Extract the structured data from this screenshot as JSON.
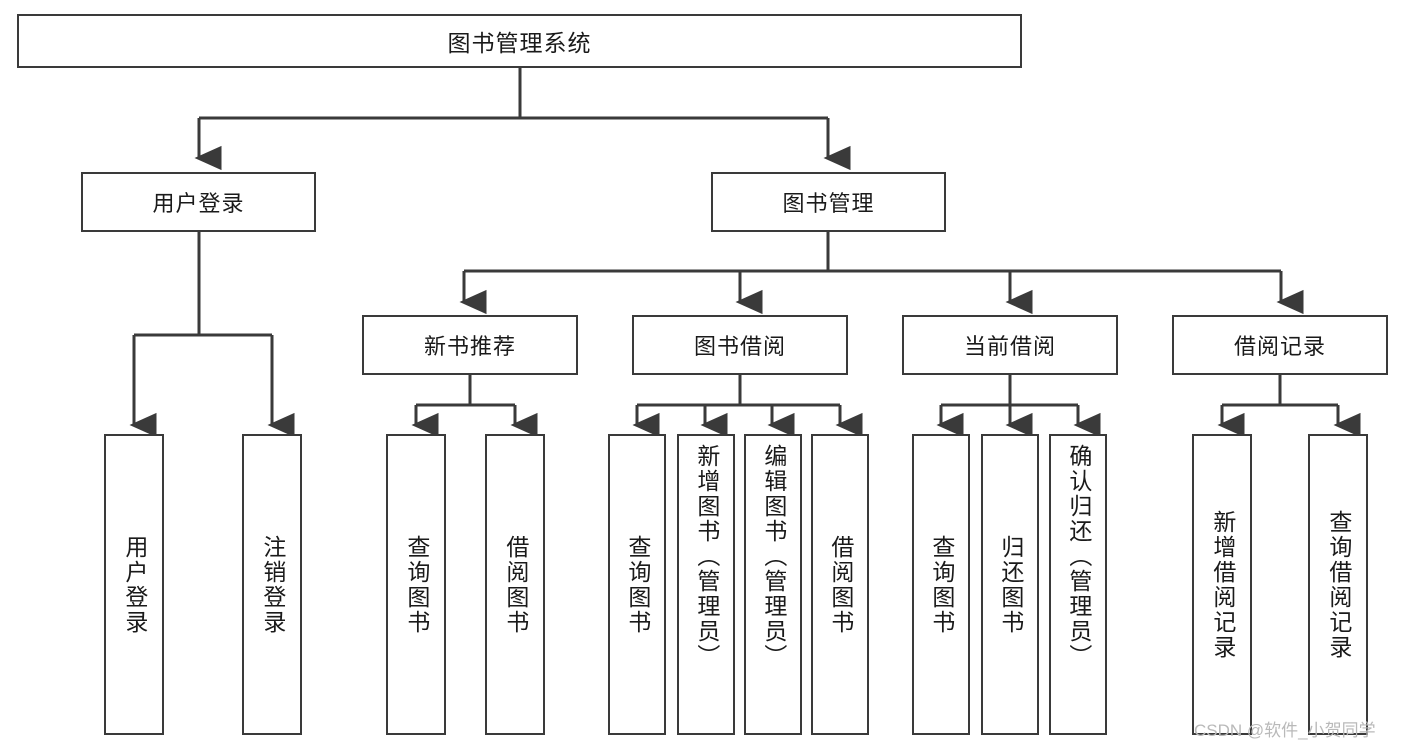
{
  "diagram": {
    "title": "图书管理系统",
    "type": "hierarchy-tree",
    "orientation": "top-down",
    "box_border_color": "#3a3a3a",
    "box_fill_color": "#ffffff",
    "edge_color": "#3a3a3a",
    "background_color": "#ffffff",
    "levels": 4
  },
  "root": {
    "label": "图书管理系统"
  },
  "level2": [
    {
      "label": "用户登录"
    },
    {
      "label": "图书管理"
    }
  ],
  "level3": [
    {
      "label": "新书推荐"
    },
    {
      "label": "图书借阅"
    },
    {
      "label": "当前借阅"
    },
    {
      "label": "借阅记录"
    }
  ],
  "leaves": {
    "user_login": [
      {
        "label": "用户登录"
      },
      {
        "label": "注销登录"
      }
    ],
    "new_book_recommend": [
      {
        "label": "查询图书"
      },
      {
        "label": "借阅图书"
      }
    ],
    "book_borrow": [
      {
        "label": "查询图书"
      },
      {
        "label": "新增图书（管理员）"
      },
      {
        "label": "编辑图书（管理员）"
      },
      {
        "label": "借阅图书"
      }
    ],
    "current_borrow": [
      {
        "label": "查询图书"
      },
      {
        "label": "归还图书"
      },
      {
        "label": "确认归还（管理员）"
      }
    ],
    "borrow_record": [
      {
        "label": "新增借阅记录"
      },
      {
        "label": "查询借阅记录"
      }
    ]
  },
  "watermark": {
    "text": "CSDN @软件_小贺同学"
  }
}
